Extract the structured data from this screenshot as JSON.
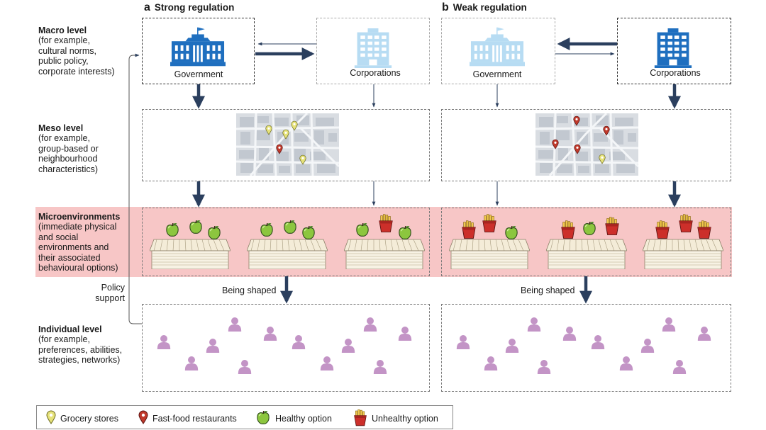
{
  "panels": {
    "a": {
      "letter": "a",
      "title": "Strong regulation",
      "government": "Government",
      "corporations": "Corporations",
      "being_shaped": "Being shaped"
    },
    "b": {
      "letter": "b",
      "title": "Weak regulation",
      "government": "Government",
      "corporations": "Corporations",
      "being_shaped": "Being shaped"
    }
  },
  "levels": {
    "macro": {
      "title": "Macro level",
      "desc": [
        "(for example,",
        "cultural norms,",
        "public policy,",
        "corporate interests)"
      ]
    },
    "meso": {
      "title": "Meso level",
      "desc": [
        "(for example,",
        "group-based or",
        "neighbourhood",
        "characteristics)"
      ]
    },
    "micro": {
      "title": "Microenvironments",
      "desc": [
        "(immediate physical",
        "and social",
        "environments and",
        "their associated",
        "behavioural options)"
      ]
    },
    "individual": {
      "title": "Individual level",
      "desc": [
        "(for example,",
        "preferences, abilities,",
        "strategies, networks)"
      ]
    }
  },
  "policy_support": [
    "Policy",
    "support"
  ],
  "legend": {
    "grocery": "Grocery stores",
    "fastfood": "Fast-food restaurants",
    "healthy": "Healthy option",
    "unhealthy": "Unhealthy option"
  },
  "colors": {
    "dark_blue": "#1f6fbf",
    "light_blue": "#b7dcf3",
    "arrow_navy": "#2b3f5e",
    "micro_band": "#f7c6c6",
    "person": "#c394c6",
    "apple": "#8cc63e",
    "fries_cup": "#cc2f2a",
    "fries": "#f2c94c",
    "grocery_pin": "#e6e27a",
    "fastfood_pin": "#c0392b",
    "map_bg": "#d9dde2"
  },
  "icons": [
    "government-building-icon",
    "corporate-building-icon",
    "grocery-pin-icon",
    "fastfood-pin-icon",
    "apple-icon",
    "fries-icon",
    "person-icon",
    "market-stall-icon"
  ]
}
